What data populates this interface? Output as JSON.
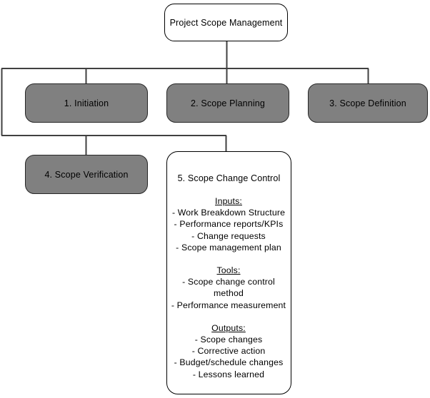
{
  "diagram": {
    "title": "Project Scope Management",
    "root": {
      "label": "Project Scope Management",
      "fill": "#ffffff",
      "border": "#000000"
    },
    "nodes": [
      {
        "id": "n1",
        "label": "1. Initiation",
        "fill": "#808080"
      },
      {
        "id": "n2",
        "label": "2. Scope Planning",
        "fill": "#808080"
      },
      {
        "id": "n3",
        "label": "3. Scope Definition",
        "fill": "#808080"
      },
      {
        "id": "n4",
        "label": "4. Scope Verification",
        "fill": "#808080"
      }
    ],
    "detail_node": {
      "id": "n5",
      "label": "5. Scope Change Control",
      "fill": "#ffffff",
      "sections": [
        {
          "heading": "Inputs:",
          "items": [
            "- Work Breakdown Structure",
            "- Performance reports/KPIs",
            "- Change requests",
            "- Scope management plan"
          ]
        },
        {
          "heading": "Tools:",
          "items": [
            "- Scope change control method",
            "- Performance measurement"
          ]
        },
        {
          "heading": "Outputs:",
          "items": [
            "- Scope changes",
            "- Corrective action",
            "- Budget/schedule changes",
            "- Lessons learned"
          ]
        }
      ]
    },
    "connectors": {
      "line_color": "#404040",
      "description": "orthogonal tree connectors"
    }
  }
}
